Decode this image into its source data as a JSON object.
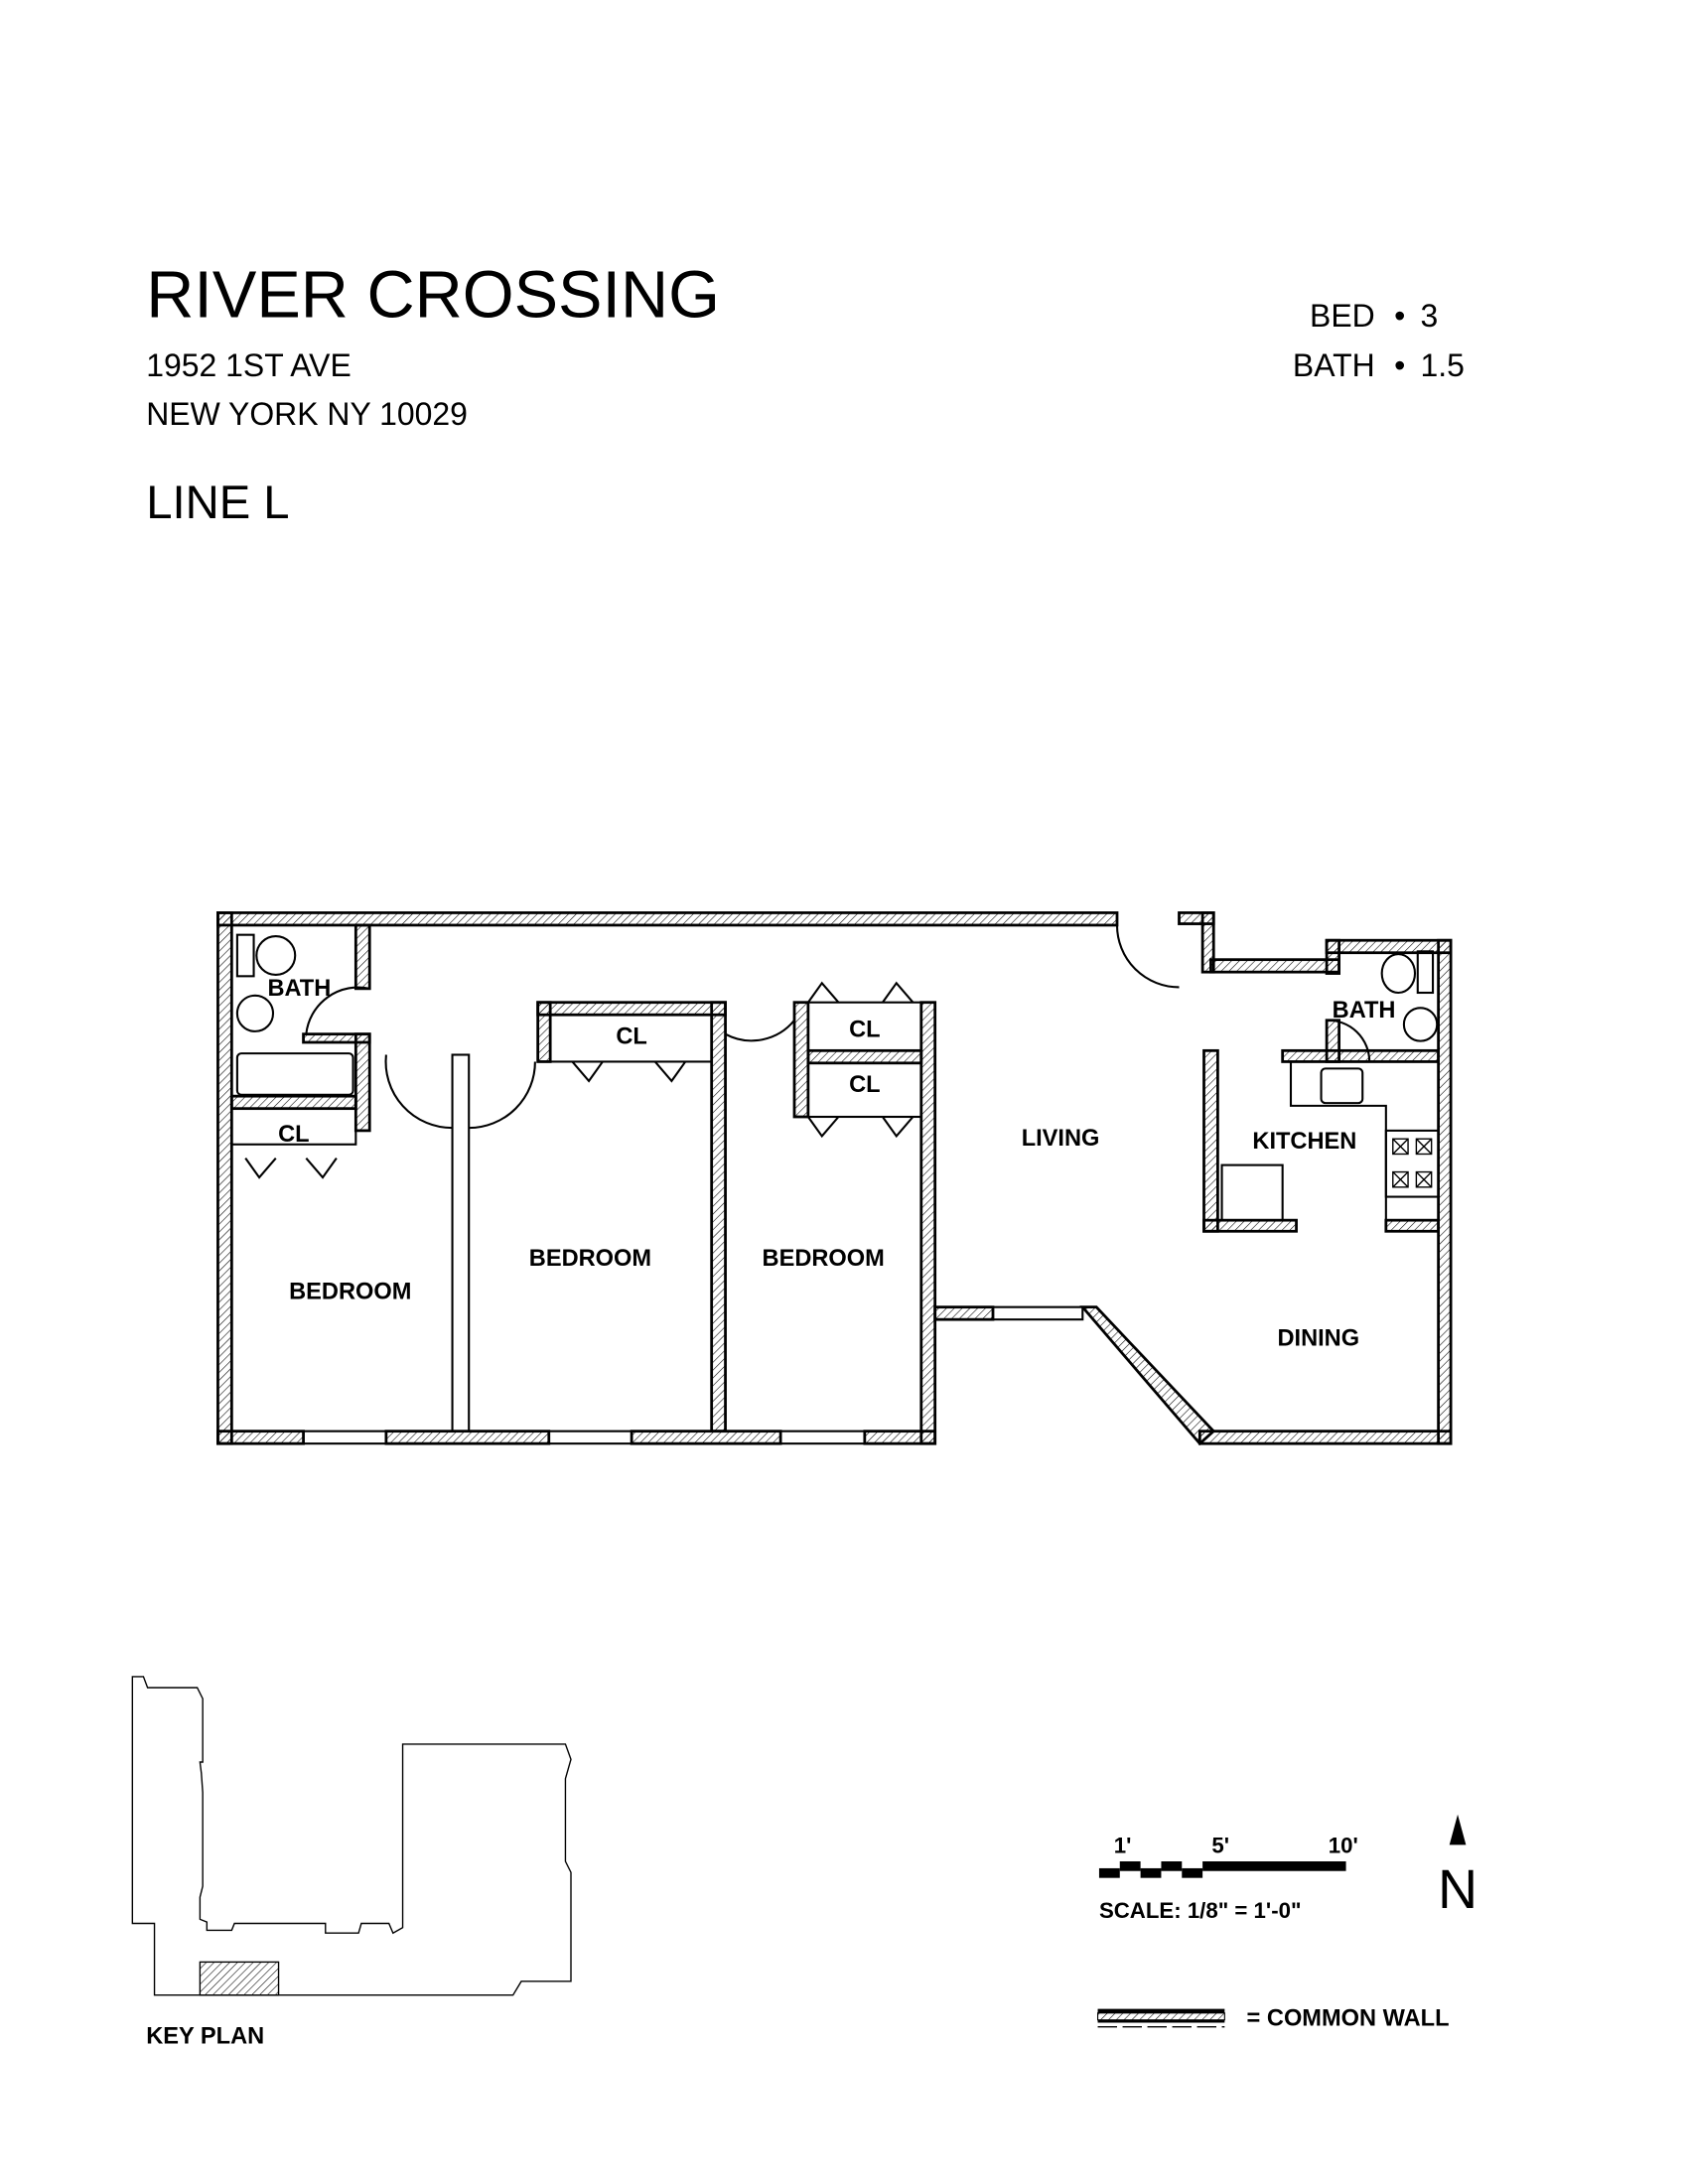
{
  "header": {
    "title": "RIVER CROSSING",
    "address_line1": "1952 1ST AVE",
    "address_line2": "NEW YORK NY 10029",
    "line": "LINE L",
    "bed_label": "BED",
    "bed_value": "3",
    "bath_label": "BATH",
    "bath_value": "1.5",
    "separator": "•"
  },
  "rooms": {
    "bath1": "BATH",
    "bath2": "BATH",
    "cl1": "CL",
    "cl2": "CL",
    "cl3": "CL",
    "cl4": "CL",
    "bedroom1": "BEDROOM",
    "bedroom2": "BEDROOM",
    "bedroom3": "BEDROOM",
    "living": "LIVING",
    "kitchen": "KITCHEN",
    "dining": "DINING"
  },
  "legend": {
    "key_plan": "KEY PLAN",
    "scale_ticks": [
      "1'",
      "5'",
      "10'"
    ],
    "scale_text": "SCALE: 1/8\" = 1'-0\"",
    "north": "N",
    "common_wall": "= COMMON WALL"
  }
}
